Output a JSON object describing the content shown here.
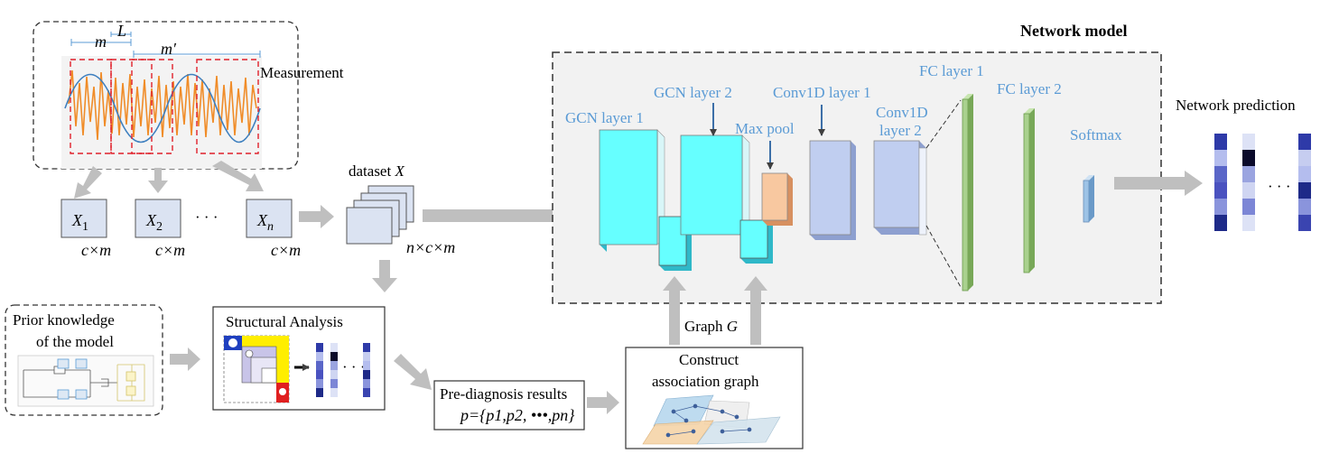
{
  "network": {
    "title": "Network model",
    "gcn1": "GCN layer 1",
    "gcn2": "GCN layer 2",
    "maxpool": "Max pool",
    "conv1": "Conv1D layer 1",
    "conv2_a": "Conv1D",
    "conv2_b": "layer 2",
    "fc1": "FC layer 1",
    "fc2": "FC layer 2",
    "softmax": "Softmax",
    "prediction": "Network prediction",
    "dots": "· · ·"
  },
  "measurement": {
    "label": "Measurement",
    "L": "L",
    "m": "m",
    "m_prime": "m′"
  },
  "samples": {
    "x1_base": "X",
    "x1_sub": "1",
    "x2_base": "X",
    "x2_sub": "2",
    "xn_base": "X",
    "xn_sub": "n",
    "dots": "· · ·",
    "dim": "c×m"
  },
  "dataset": {
    "label": "dataset",
    "symbol": "X",
    "dim": "n×c×m"
  },
  "prior": {
    "line1": "Prior knowledge",
    "line2": "of the model"
  },
  "structural": {
    "title": "Structural Analysis",
    "dots": "· · ·"
  },
  "prediag": {
    "title": "Pre-diagnosis results",
    "formula": "p={p1,p2, •••,pn}"
  },
  "graph": {
    "label": "Graph",
    "symbol": "G",
    "line1": "Construct",
    "line2": "association graph"
  },
  "colors": {
    "gcn": "#66ffff",
    "maxpool": "#f8c8a0",
    "conv": "#c0cef0",
    "fc": "#a9d18e",
    "softmax": "#9dc3e6",
    "arrow": "#bfbfbf",
    "label_blue": "#5b9bd5"
  }
}
